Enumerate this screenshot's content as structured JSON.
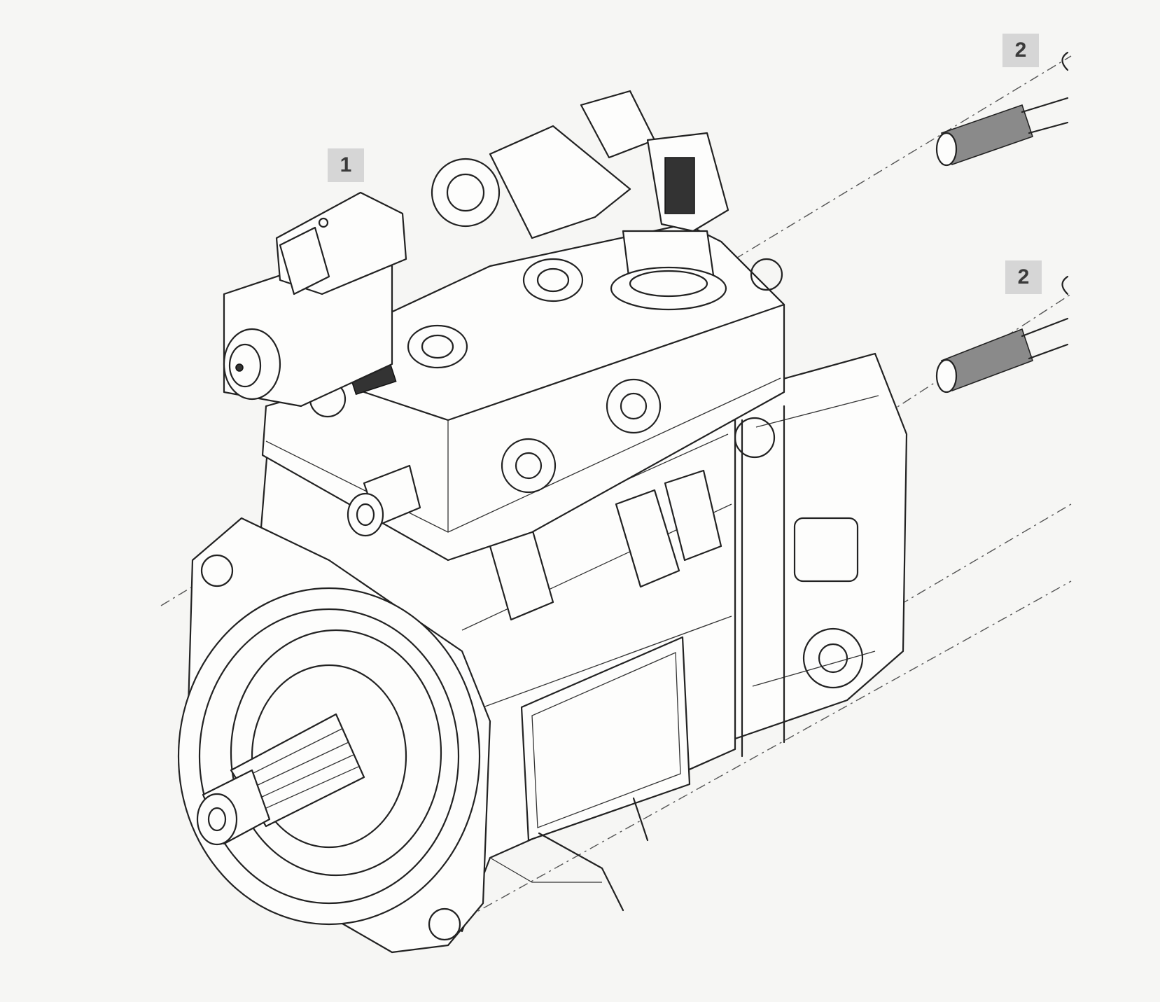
{
  "figure": {
    "callouts": [
      {
        "id": "1",
        "text": "1"
      },
      {
        "id": "2a",
        "text": "2"
      },
      {
        "id": "2b",
        "text": "2"
      }
    ],
    "colors": {
      "paper": "#f6f6f4",
      "ink": "#222222",
      "callout_bg": "#d6d6d6"
    },
    "icons": [
      "hydraulic-pump-drawing",
      "stud-bolt-drawing",
      "stud-bolt-drawing"
    ]
  }
}
